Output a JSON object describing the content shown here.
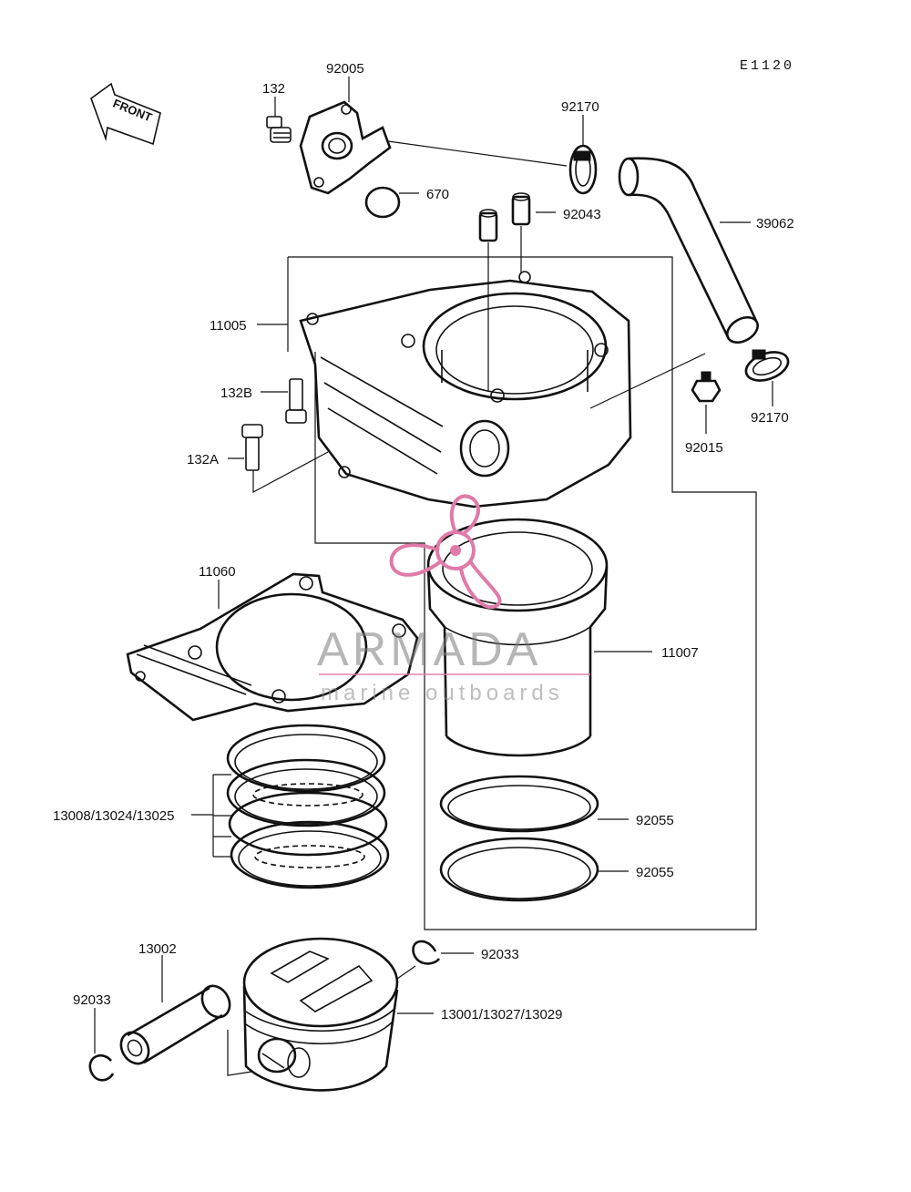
{
  "diagram": {
    "code": "E1120",
    "front_label": "FRONT",
    "watermark": {
      "brand": "ARMADA",
      "tagline": "marine outboards",
      "accent_color": "#e07aa8"
    },
    "parts": {
      "p92005": "92005",
      "p132": "132",
      "p92170_top": "92170",
      "p670": "670",
      "p92043": "92043",
      "p39062": "39062",
      "p11005": "11005",
      "p132B": "132B",
      "p132A": "132A",
      "p92015": "92015",
      "p92170_right": "92170",
      "p11060": "11060",
      "p11007": "11007",
      "p13008": "13008/13024/13025",
      "p92055_a": "92055",
      "p92055_b": "92055",
      "p92033_right": "92033",
      "p13002": "13002",
      "p92033_left": "92033",
      "p13001": "13001/13027/13029"
    }
  }
}
